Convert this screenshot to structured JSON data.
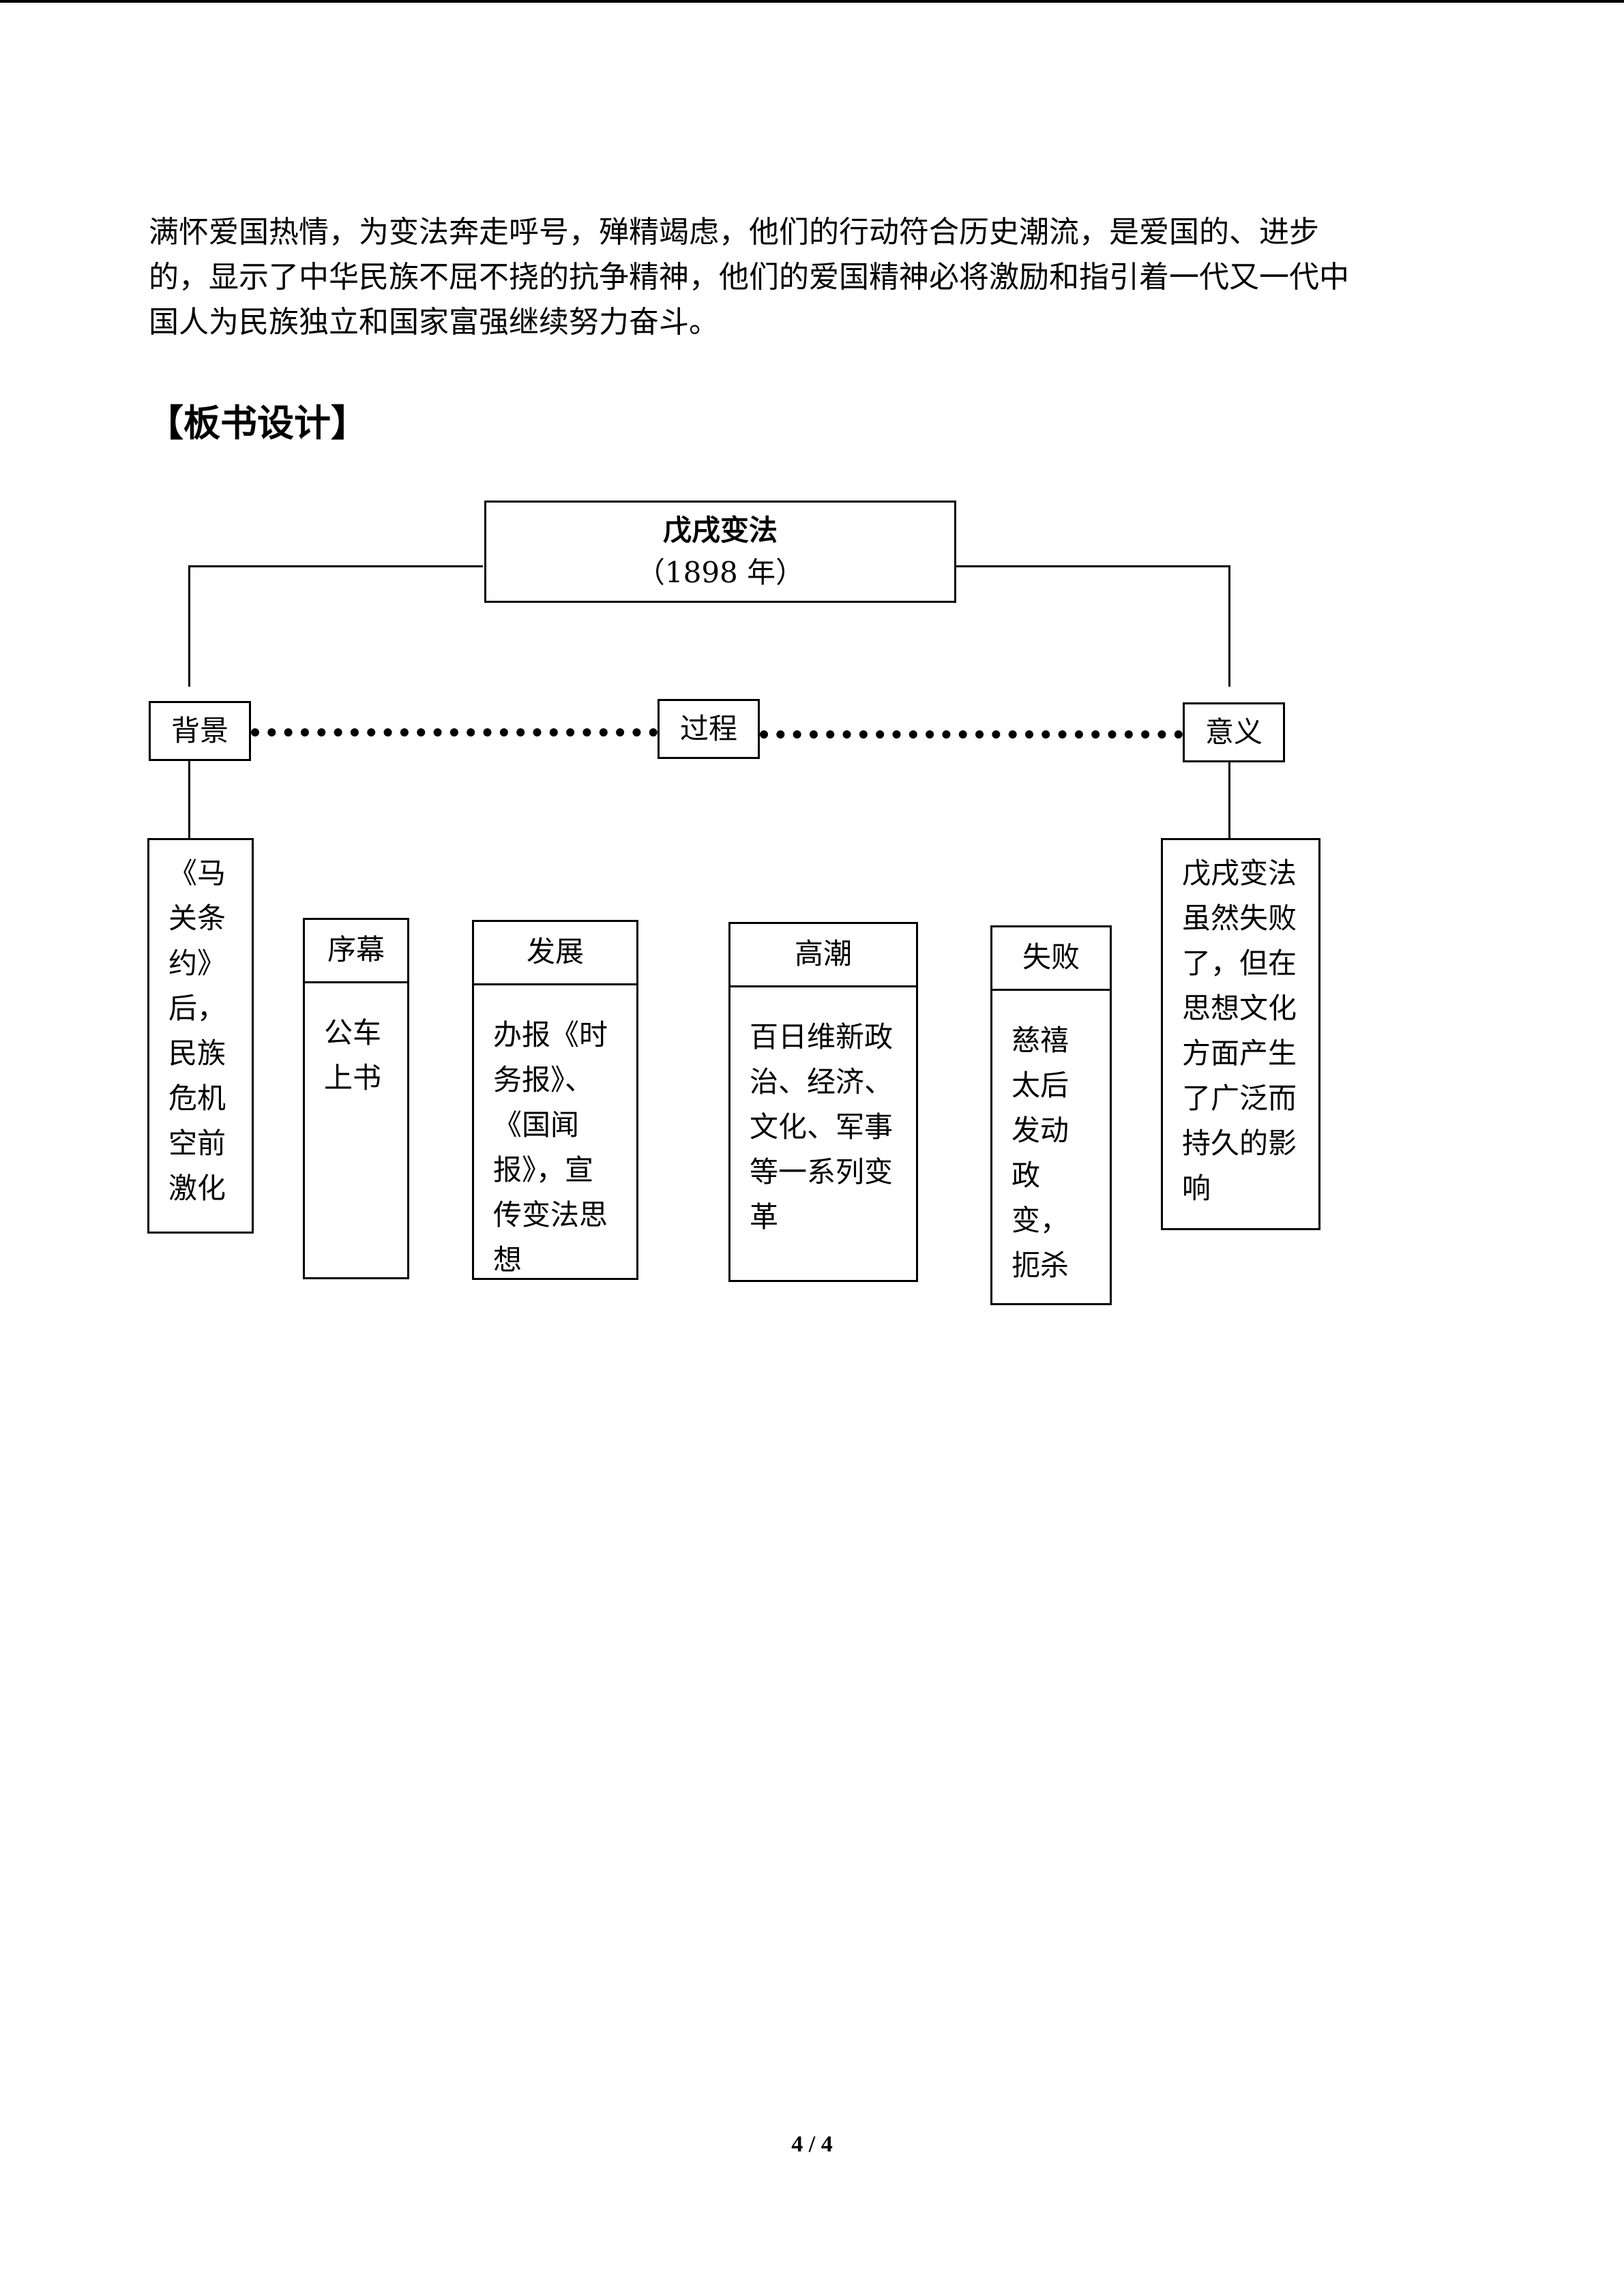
{
  "paragraph": {
    "lines": [
      "满怀爱国热情，为变法奔走呼号，殚精竭虑，他们的行动符合历史潮流，是爱国的、进步",
      "的，显示了中华民族不屈不挠的抗争精神，他们的爱国精神必将激励和指引着一代又一代中",
      "国人为民族独立和国家富强继续努力奋斗。"
    ]
  },
  "heading": "【板书设计】",
  "diagram": {
    "title": "戊戌变法",
    "year": "（1898 年）",
    "background": {
      "label": "背景",
      "content": "《马关条约》后，民族危机空前激化"
    },
    "process": {
      "label": "过程",
      "stages": [
        {
          "title": "序幕",
          "content": "公车上书"
        },
        {
          "title": "发展",
          "content": "办报《时务报》、《国闻报》，宣传变法思想"
        },
        {
          "title": "高潮",
          "content": "百日维新政治、经济、文化、军事等一系列变革"
        },
        {
          "title": "失败",
          "content": "慈禧太后发动政变，扼杀"
        }
      ]
    },
    "significance": {
      "label": "意义",
      "content": "戊戌变法虽然失败了，但在思想文化方面产生了广泛而持久的影响"
    }
  },
  "footer": "4 / 4"
}
